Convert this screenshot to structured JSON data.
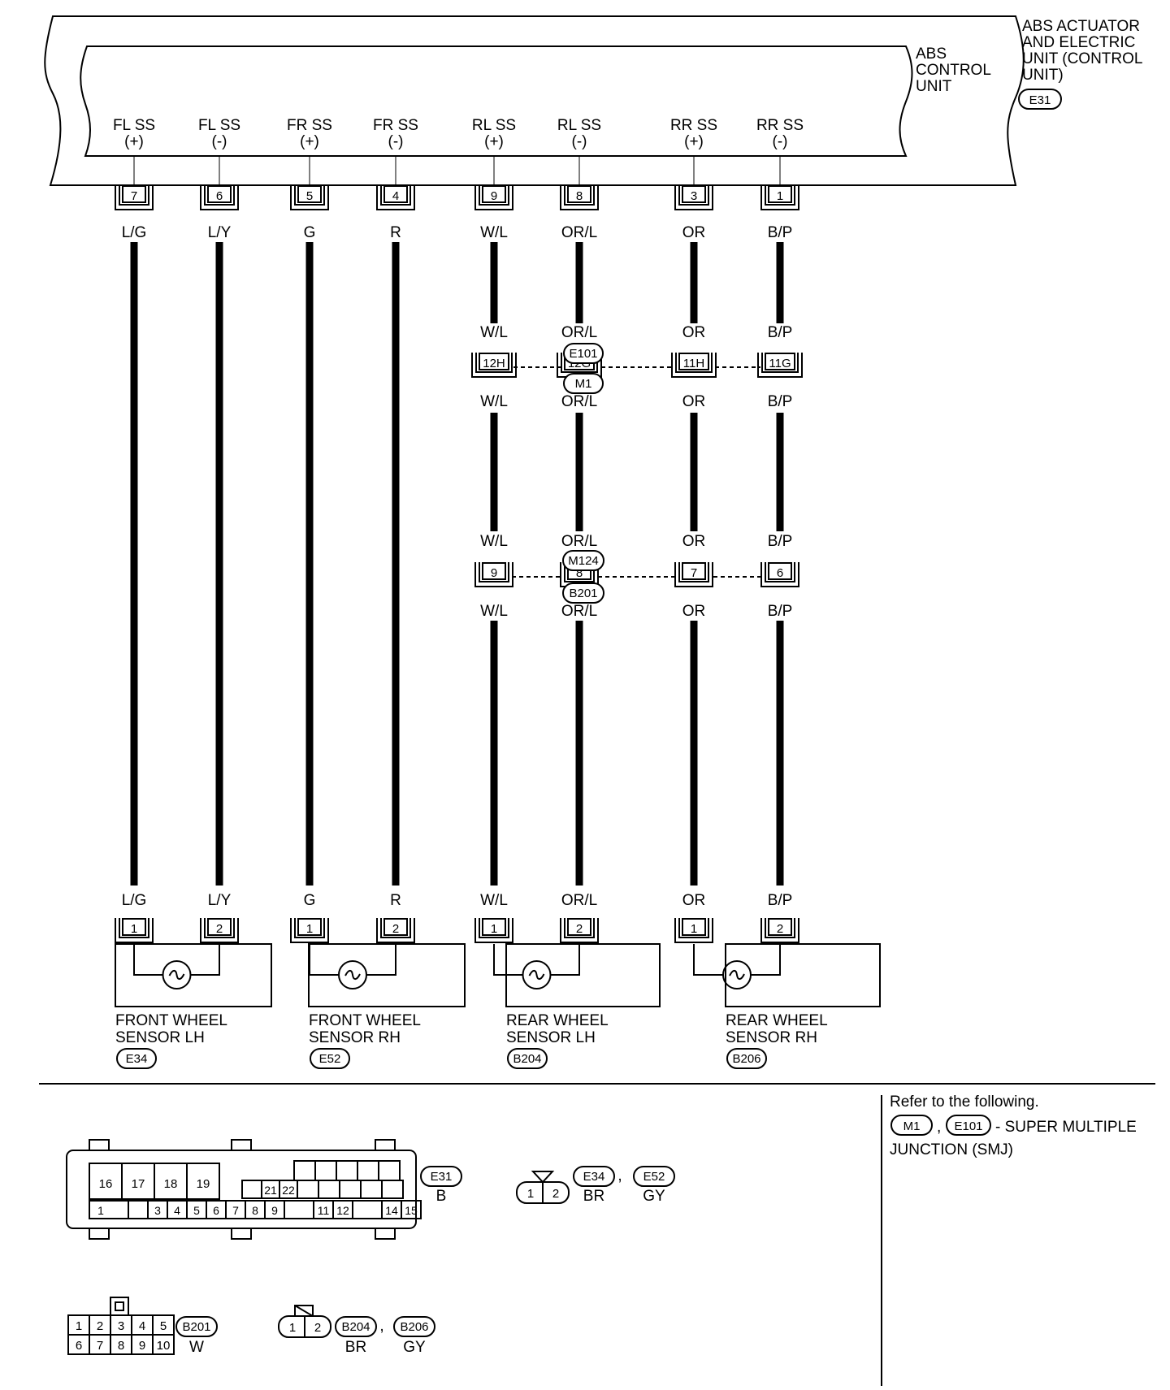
{
  "control_unit": {
    "inner_label": [
      "ABS",
      "CONTROL",
      "UNIT"
    ],
    "outer_label": [
      "ABS ACTUATOR",
      "AND ELECTRIC",
      "UNIT (CONTROL",
      "UNIT)"
    ],
    "connector": "E31"
  },
  "terminals": [
    {
      "name": "FL SS",
      "pol": "(+)",
      "pin": "7",
      "wire": "L/G"
    },
    {
      "name": "FL SS",
      "pol": "(-)",
      "pin": "6",
      "wire": "L/Y"
    },
    {
      "name": "FR SS",
      "pol": "(+)",
      "pin": "5",
      "wire": "G"
    },
    {
      "name": "FR SS",
      "pol": "(-)",
      "pin": "4",
      "wire": "R"
    },
    {
      "name": "RL SS",
      "pol": "(+)",
      "pin": "9",
      "wire": "W/L"
    },
    {
      "name": "RL SS",
      "pol": "(-)",
      "pin": "8",
      "wire": "OR/L"
    },
    {
      "name": "RR SS",
      "pol": "(+)",
      "pin": "3",
      "wire": "OR"
    },
    {
      "name": "RR SS",
      "pol": "(-)",
      "pin": "1",
      "wire": "B/P"
    }
  ],
  "junction1": {
    "connectors": [
      "E101",
      "M1"
    ],
    "pins": [
      "12H",
      "12G",
      "11H",
      "11G"
    ]
  },
  "junction2": {
    "connectors": [
      "M124",
      "B201"
    ],
    "pins": [
      "9",
      "8",
      "7",
      "6"
    ]
  },
  "sensors": [
    {
      "name1": "FRONT WHEEL",
      "name2": "SENSOR LH",
      "connector": "E34",
      "pins": [
        "1",
        "2"
      ]
    },
    {
      "name1": "FRONT WHEEL",
      "name2": "SENSOR RH",
      "connector": "E52",
      "pins": [
        "1",
        "2"
      ]
    },
    {
      "name1": "REAR WHEEL",
      "name2": "SENSOR LH",
      "connector": "B204",
      "pins": [
        "1",
        "2"
      ]
    },
    {
      "name1": "REAR WHEEL",
      "name2": "SENSOR RH",
      "connector": "B206",
      "pins": [
        "1",
        "2"
      ]
    }
  ],
  "legend": {
    "e31": {
      "id": "E31",
      "color": "B",
      "top": [
        "16",
        "17",
        "18",
        "19"
      ],
      "mid": [
        "21",
        "22"
      ],
      "bottom": [
        "1",
        "",
        "3",
        "4",
        "5",
        "6",
        "7",
        "8",
        "9",
        "",
        "11",
        "12",
        "",
        "14",
        "15"
      ]
    },
    "sensor_front": {
      "pins": [
        "1",
        "2"
      ],
      "ids": [
        "E34",
        "E52"
      ],
      "colors": [
        "BR",
        "GY"
      ],
      "sep": ","
    },
    "b201": {
      "id": "B201",
      "color": "W",
      "row1": [
        "1",
        "2",
        "3",
        "4",
        "5"
      ],
      "row2": [
        "6",
        "7",
        "8",
        "9",
        "10"
      ]
    },
    "sensor_rear": {
      "pins": [
        "1",
        "2"
      ],
      "ids": [
        "B204",
        "B206"
      ],
      "colors": [
        "BR",
        "GY"
      ],
      "sep": ","
    }
  },
  "note": {
    "line1": "Refer to the following.",
    "ids": [
      "M1",
      "E101"
    ],
    "sep": ",",
    "line2": "- SUPER MULTIPLE",
    "line3": "JUNCTION (SMJ)"
  }
}
